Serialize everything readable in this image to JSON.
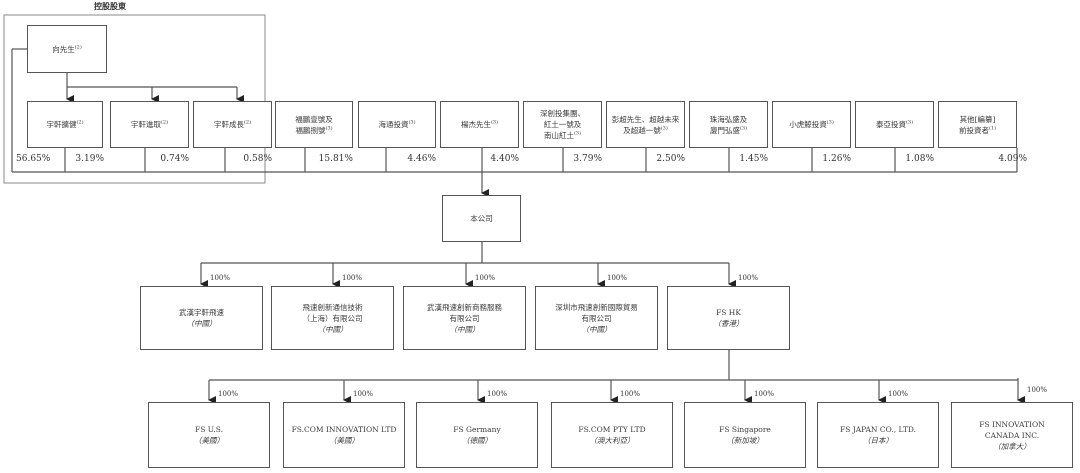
{
  "controlling_group": {
    "title": "控股股東",
    "parent": {
      "name": "向先生",
      "note": "(2)"
    },
    "entities": [
      {
        "name": "宇軒擴健",
        "note": "(2)"
      },
      {
        "name": "宇軒進取",
        "note": "(2)"
      },
      {
        "name": "宇軒成長",
        "note": "(2)"
      }
    ]
  },
  "shareholders": [
    {
      "lines": [
        "宇軒擴健"
      ],
      "note": "(2)",
      "pct": "3.19%"
    },
    {
      "lines": [
        "宇軒進取"
      ],
      "note": "(2)",
      "pct": "0.74%"
    },
    {
      "lines": [
        "宇軒成長"
      ],
      "note": "(2)",
      "pct": "0.58%"
    },
    {
      "lines": [
        "福鵬壹號及",
        "福鵬捌號"
      ],
      "note": "(3)",
      "pct": "15.81%"
    },
    {
      "lines": [
        "海通投資"
      ],
      "note": "(3)",
      "pct": "4.46%"
    },
    {
      "lines": [
        "楊杰先生"
      ],
      "note": "(3)",
      "pct": "4.40%"
    },
    {
      "lines": [
        "深創投集團、",
        "紅土一號及",
        "南山紅土"
      ],
      "note": "(3)",
      "pct": "3.79%"
    },
    {
      "lines": [
        "彭超先生、超越未來",
        "及超越一號"
      ],
      "note": "(3)",
      "pct": "2.50%"
    },
    {
      "lines": [
        "珠海弘盛及",
        "廈門弘盛"
      ],
      "note": "(3)",
      "pct": "1.45%"
    },
    {
      "lines": [
        "小虎鯨投資"
      ],
      "note": "(3)",
      "pct": "1.26%"
    },
    {
      "lines": [
        "泰亞投資"
      ],
      "note": "(3)",
      "pct": "1.08%"
    },
    {
      "lines": [
        "其他[編纂]",
        "前投資者"
      ],
      "note": "(1)",
      "pct": "4.09%"
    }
  ],
  "direct_pct": "56.65%",
  "company": {
    "name": "本公司"
  },
  "subsidiaries": [
    {
      "lines": [
        "武漢宇軒飛速"
      ],
      "country": "（中國）",
      "pct": "100%"
    },
    {
      "lines": [
        "飛速創新通信技術",
        "（上海）有限公司"
      ],
      "country": "（中國）",
      "pct": "100%"
    },
    {
      "lines": [
        "武漢飛速創新商務服務",
        "有限公司"
      ],
      "country": "（中國）",
      "pct": "100%"
    },
    {
      "lines": [
        "深圳市飛速創新國際貿易",
        "有限公司"
      ],
      "country": "（中國）",
      "pct": "100%"
    },
    {
      "lines": [
        "FS HK"
      ],
      "country": "（香港）",
      "pct": "100%"
    }
  ],
  "overseas": [
    {
      "lines": [
        "FS U.S."
      ],
      "country": "（美國）",
      "pct": "100%"
    },
    {
      "lines": [
        "FS.COM INNOVATION LTD"
      ],
      "country": "（美國）",
      "pct": "100%"
    },
    {
      "lines": [
        "FS Germany"
      ],
      "country": "（德國）",
      "pct": "100%"
    },
    {
      "lines": [
        "FS.COM PTY LTD"
      ],
      "country": "（澳大利亞）",
      "pct": "100%"
    },
    {
      "lines": [
        "FS Singapore"
      ],
      "country": "（新加坡）",
      "pct": "100%"
    },
    {
      "lines": [
        "FS JAPAN CO., LTD."
      ],
      "country": "（日本）",
      "pct": "100%"
    },
    {
      "lines": [
        "FS INNOVATION",
        "CANADA INC."
      ],
      "country": "（加拿大）",
      "pct": "100%"
    }
  ],
  "colors": {
    "line": "#555555",
    "frame": "#8a8a8a"
  }
}
